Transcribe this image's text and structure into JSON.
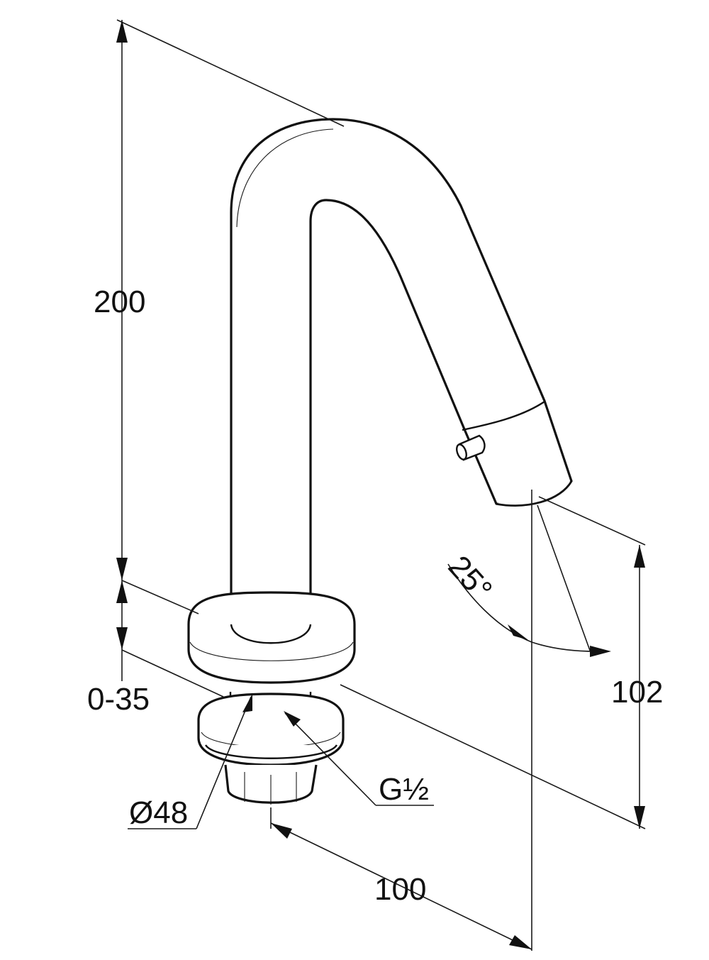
{
  "dimensions": {
    "height_total": "200",
    "deck_thickness": "0-35",
    "angle": "25°",
    "outlet_height": "102",
    "base_diameter": "Ø48",
    "thread": "G½",
    "projection": "100"
  }
}
